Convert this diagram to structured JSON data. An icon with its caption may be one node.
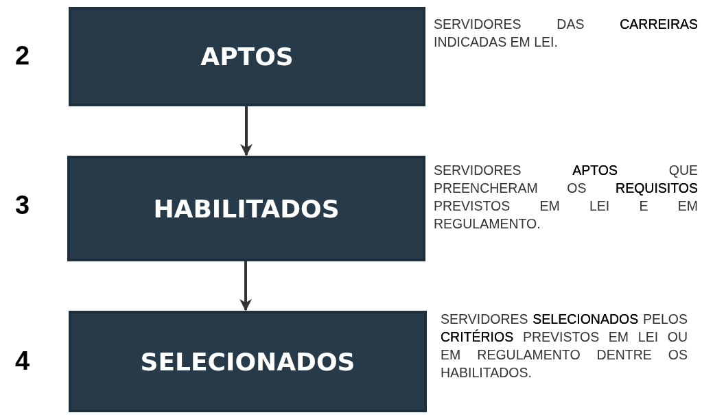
{
  "diagram": {
    "nodes": [
      {
        "text": [
          "APTOS"
        ],
        "beside": [
          "2",
          "SERVIDORES DAS **CARREIRAS** INDICADAS EM LEI."
        ]
      },
      {
        "text": [
          "HABILITADOS"
        ],
        "beside": [
          "3",
          "SERVIDORES **APTOS** QUE PREENCHERAM OS **REQUISITOS** PREVISTOS EM LEI E EM REGULAMENTO."
        ]
      },
      {
        "text": [
          "SELECIONADOS"
        ],
        "beside": [
          "4",
          "SERVIDORES **SELECIONADOS** PELOS **CRITÉRIOS** PREVISTOS EM LEI OU EM REGULAMENTO DENTRE OS HABILITADOS."
        ]
      }
    ],
    "edges": [
      {
        "from": 0,
        "to": 1,
        "arrow": "to"
      },
      {
        "from": 1,
        "to": 2,
        "arrow": "to"
      }
    ]
  }
}
